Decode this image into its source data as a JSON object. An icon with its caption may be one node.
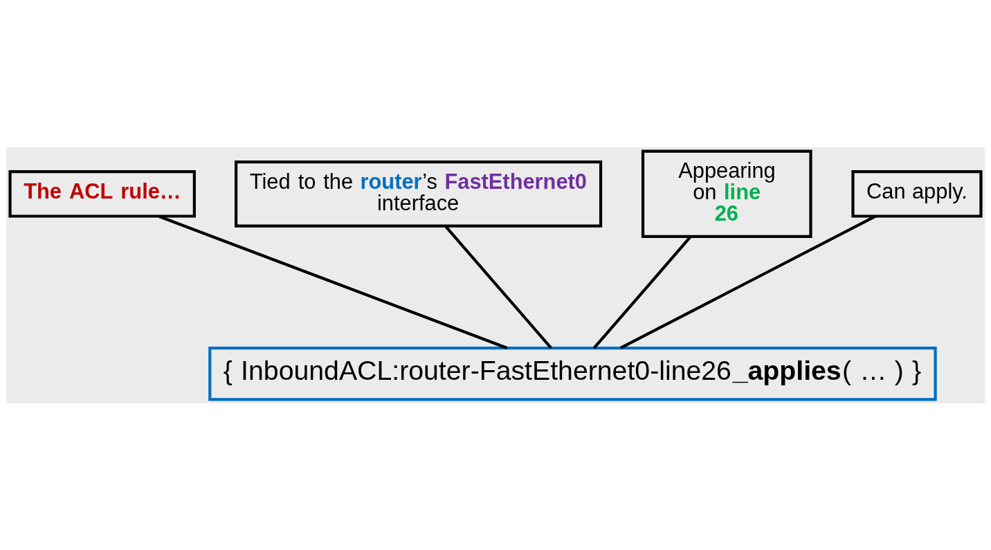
{
  "diagram": {
    "nodes": [
      {
        "text": [
          "The ACL rule…"
        ]
      },
      {
        "text": [
          "Tied to the **router**’s **FastEthernet0** interface"
        ]
      },
      {
        "text": [
          "Appearing on **line 26**"
        ]
      },
      {
        "text": [
          "Can apply."
        ]
      },
      {
        "text": [
          "{ InboundACL:router-FastEthernet0-line26**_applies**( … ) }"
        ]
      }
    ],
    "edges": [
      {
        "from": 0,
        "to": 4,
        "arrow": "none"
      },
      {
        "from": 1,
        "to": 4,
        "arrow": "none"
      },
      {
        "from": 2,
        "to": 4,
        "arrow": "none"
      },
      {
        "from": 3,
        "to": 4,
        "arrow": "none"
      }
    ]
  }
}
